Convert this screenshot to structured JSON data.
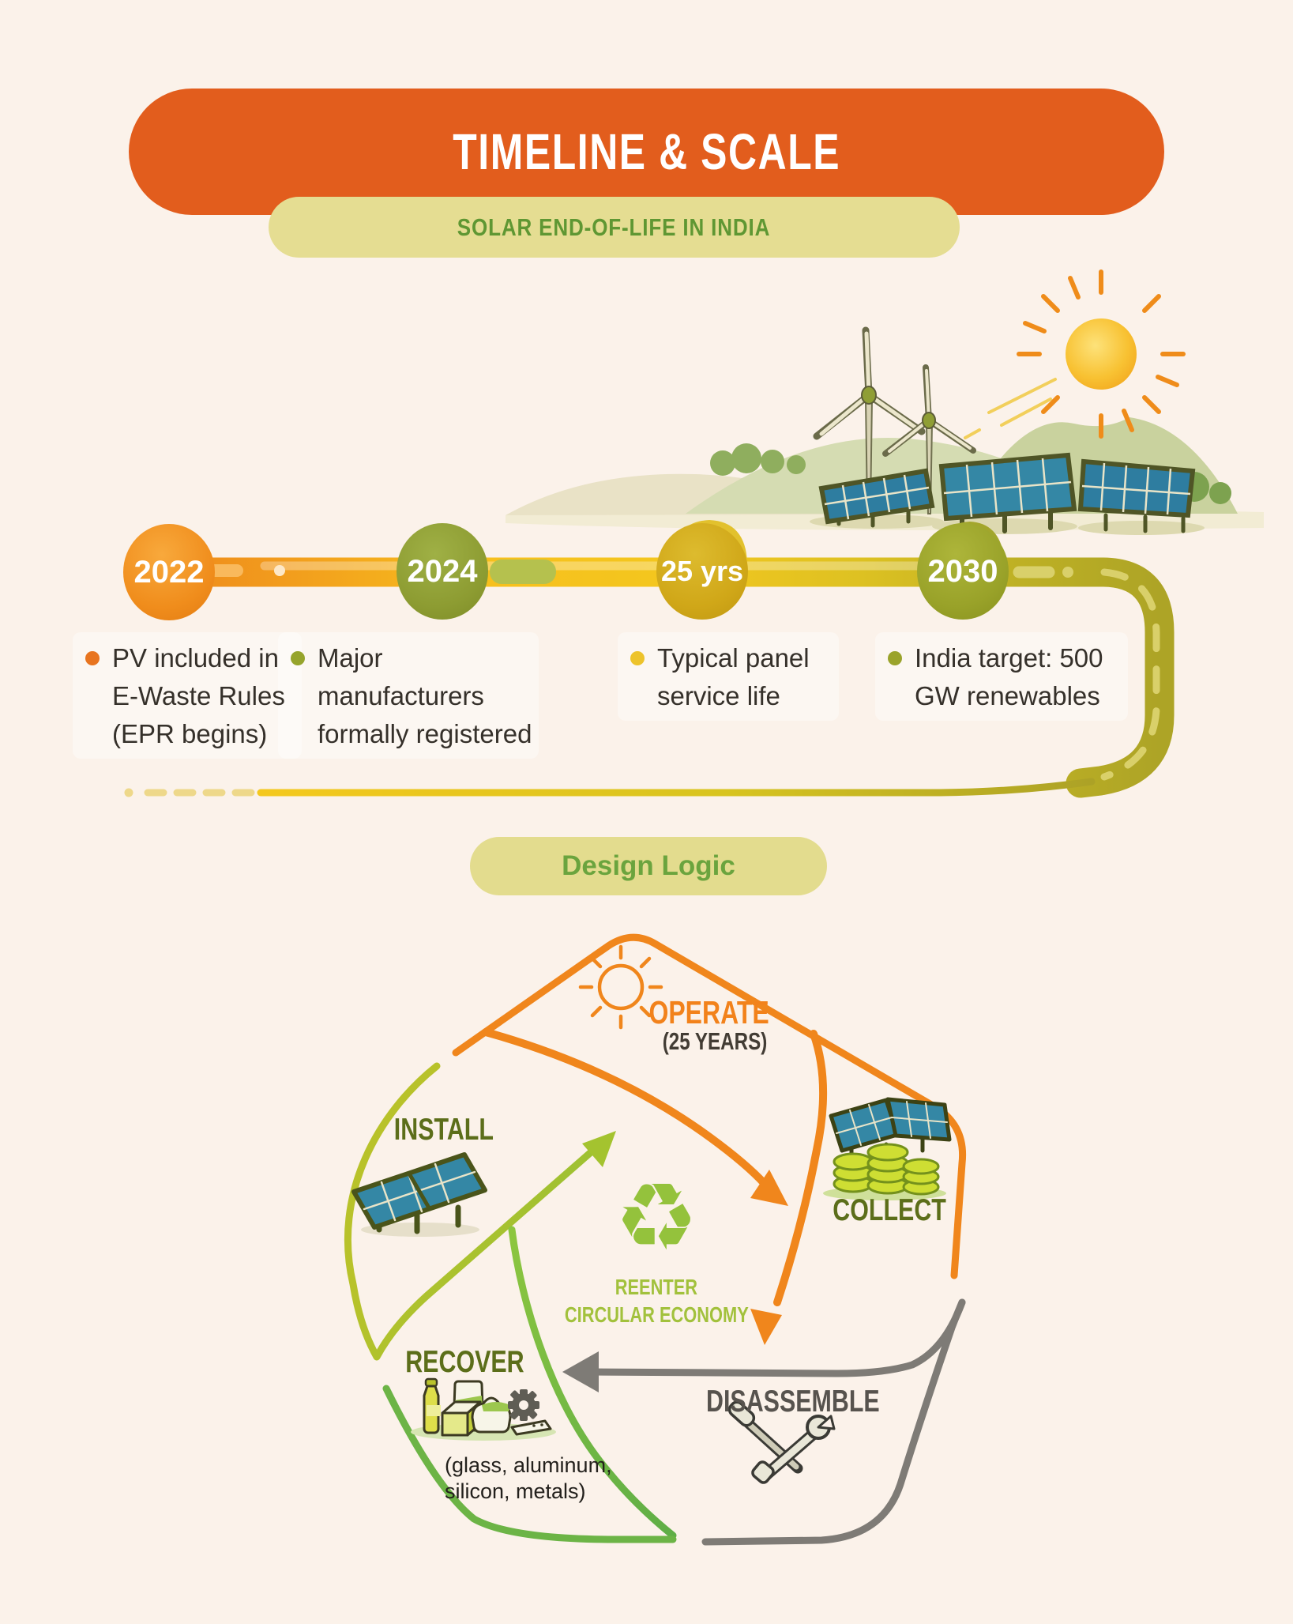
{
  "header": {
    "title": "TIMELINE & SCALE",
    "subtitle": "SOLAR END-OF-LIFE IN INDIA"
  },
  "timeline": {
    "milestones": [
      {
        "label": "2022",
        "circle_color": "#ef8c1c",
        "bullet_color": "#e8741f",
        "lines": [
          "PV included in",
          "E-Waste Rules",
          "(EPR begins)"
        ]
      },
      {
        "label": "2024",
        "circle_color": "#8f9e35",
        "bullet_color": "#96a42c",
        "lines": [
          "Major",
          "manufacturers",
          "formally registered"
        ]
      },
      {
        "label": "25 yrs",
        "circle_color": "#d2a91c",
        "bullet_color": "#edc32b",
        "lines": [
          "Typical panel",
          "service life"
        ]
      },
      {
        "label": "2030",
        "circle_color": "#9aa42c",
        "bullet_color": "#9aa32b",
        "lines": [
          "India target: 500",
          "GW renewables"
        ]
      }
    ]
  },
  "design_logic": {
    "label": "Design Logic"
  },
  "cycle": {
    "steps": [
      {
        "name": "OPERATE",
        "sub": "(25 YEARS)",
        "color": "#f2821b"
      },
      {
        "name": "COLLECT",
        "color": "#5c6e1a"
      },
      {
        "name": "DISASSEMBLE",
        "color": "#57534e"
      },
      {
        "name": "RECOVER",
        "caption_lines": [
          "(glass, aluminum,",
          "silicon, metals)"
        ],
        "color": "#5c6e1a"
      },
      {
        "name": "INSTALL",
        "color": "#5c6e1a"
      }
    ],
    "center": {
      "line1": "REENTER",
      "line2": "CIRCULAR ECONOMY",
      "recycle_icon": "recycle-icon",
      "color": "#a2c13c"
    }
  },
  "colors": {
    "background": "#fbf2ea",
    "header_orange": "#e25d1d",
    "pill_yellow": "#e5dd92",
    "pill_text_green": "#5f9733",
    "accent_orange": "#f0861c",
    "accent_yellow_green": "#a8bf2f",
    "accent_green": "#6cb446",
    "accent_gray": "#7e7b76",
    "gold": "#d2a91c"
  }
}
